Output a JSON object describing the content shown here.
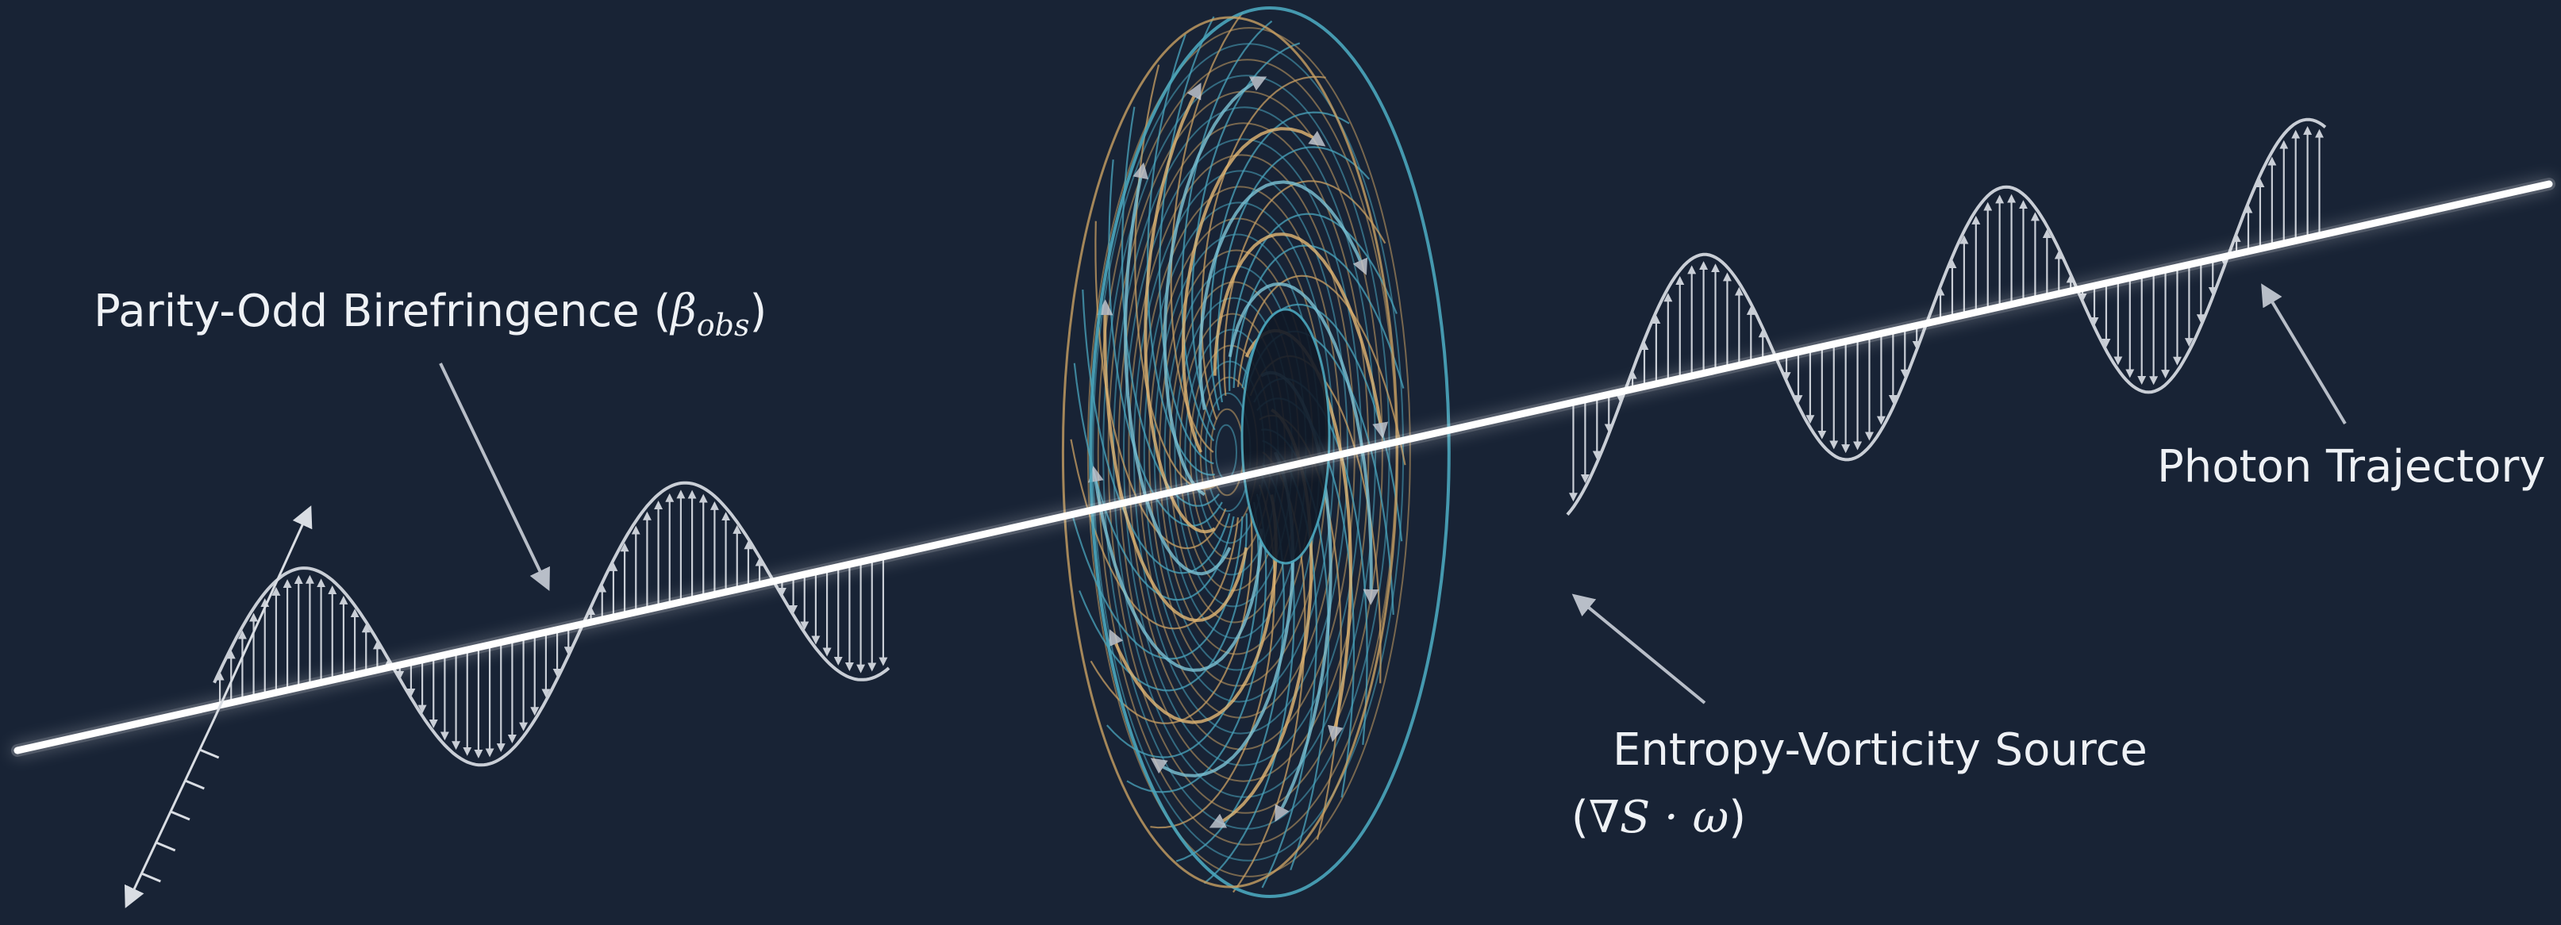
{
  "labels": {
    "parity": {
      "text": "Parity-Odd Birefringence",
      "symbol": "β",
      "subscript": "obs"
    },
    "photon": {
      "text": "Photon Trajectory"
    },
    "entropy": {
      "text": "Entropy-Vorticity Source",
      "expression": "∇S · ω"
    }
  },
  "colors": {
    "background": "#182335",
    "beam": "#ffffff",
    "wave": "#c9ced6",
    "torus_gold": "#c9a063",
    "torus_teal": "#4aa6bd",
    "label": "#eef1f5",
    "pointer": "#b8bec8"
  }
}
